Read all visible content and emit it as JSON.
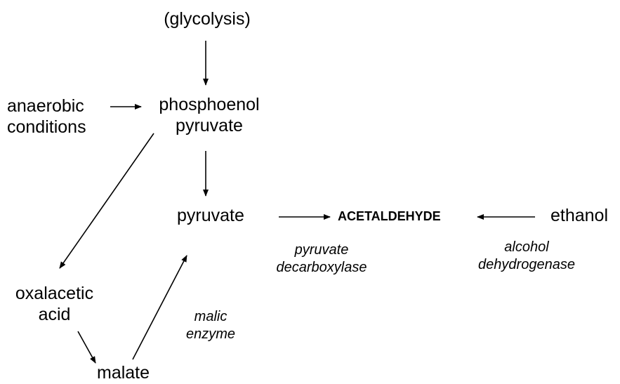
{
  "nodes": {
    "glycolysis": "(glycolysis)",
    "anaerobic_line1": "anaerobic",
    "anaerobic_line2": "conditions",
    "pep_line1": "phosphoenol",
    "pep_line2": "pyruvate",
    "pyruvate": "pyruvate",
    "acetaldehyde": "ACETALDEHYDE",
    "ethanol": "ethanol",
    "oxalacetic_line1": "oxalacetic",
    "oxalacetic_line2": "acid",
    "malate": "malate"
  },
  "enzymes": {
    "pdc_line1": "pyruvate",
    "pdc_line2": "decarboxylase",
    "adh_line1": "alcohol",
    "adh_line2": "dehydrogenase",
    "me_line1": "malic",
    "me_line2": "enzyme"
  }
}
